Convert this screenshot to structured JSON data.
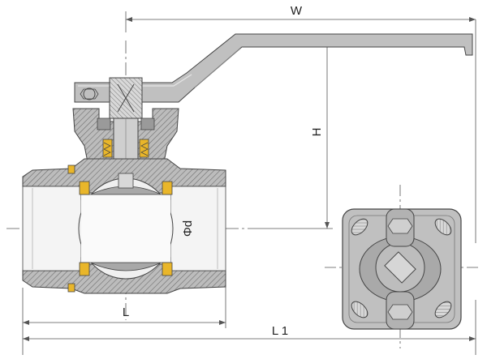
{
  "dimensions": {
    "width_label": "W",
    "height_label": "H",
    "bore_label": "Φd",
    "length_label": "L",
    "overall_length_label": "L 1"
  },
  "colors": {
    "body_fill": "#b5b5b5",
    "body_dark": "#8f8f8f",
    "section_hatch": "#666666",
    "ball_fill": "#a8a8a8",
    "seal_fill": "#e9b62a",
    "outline": "#444444",
    "dim_line": "#555555",
    "handle_fill": "#bdbdbd"
  },
  "icons": {
    "handle": "lever-handle-icon",
    "flange_view": "mounting-flange-icon"
  }
}
